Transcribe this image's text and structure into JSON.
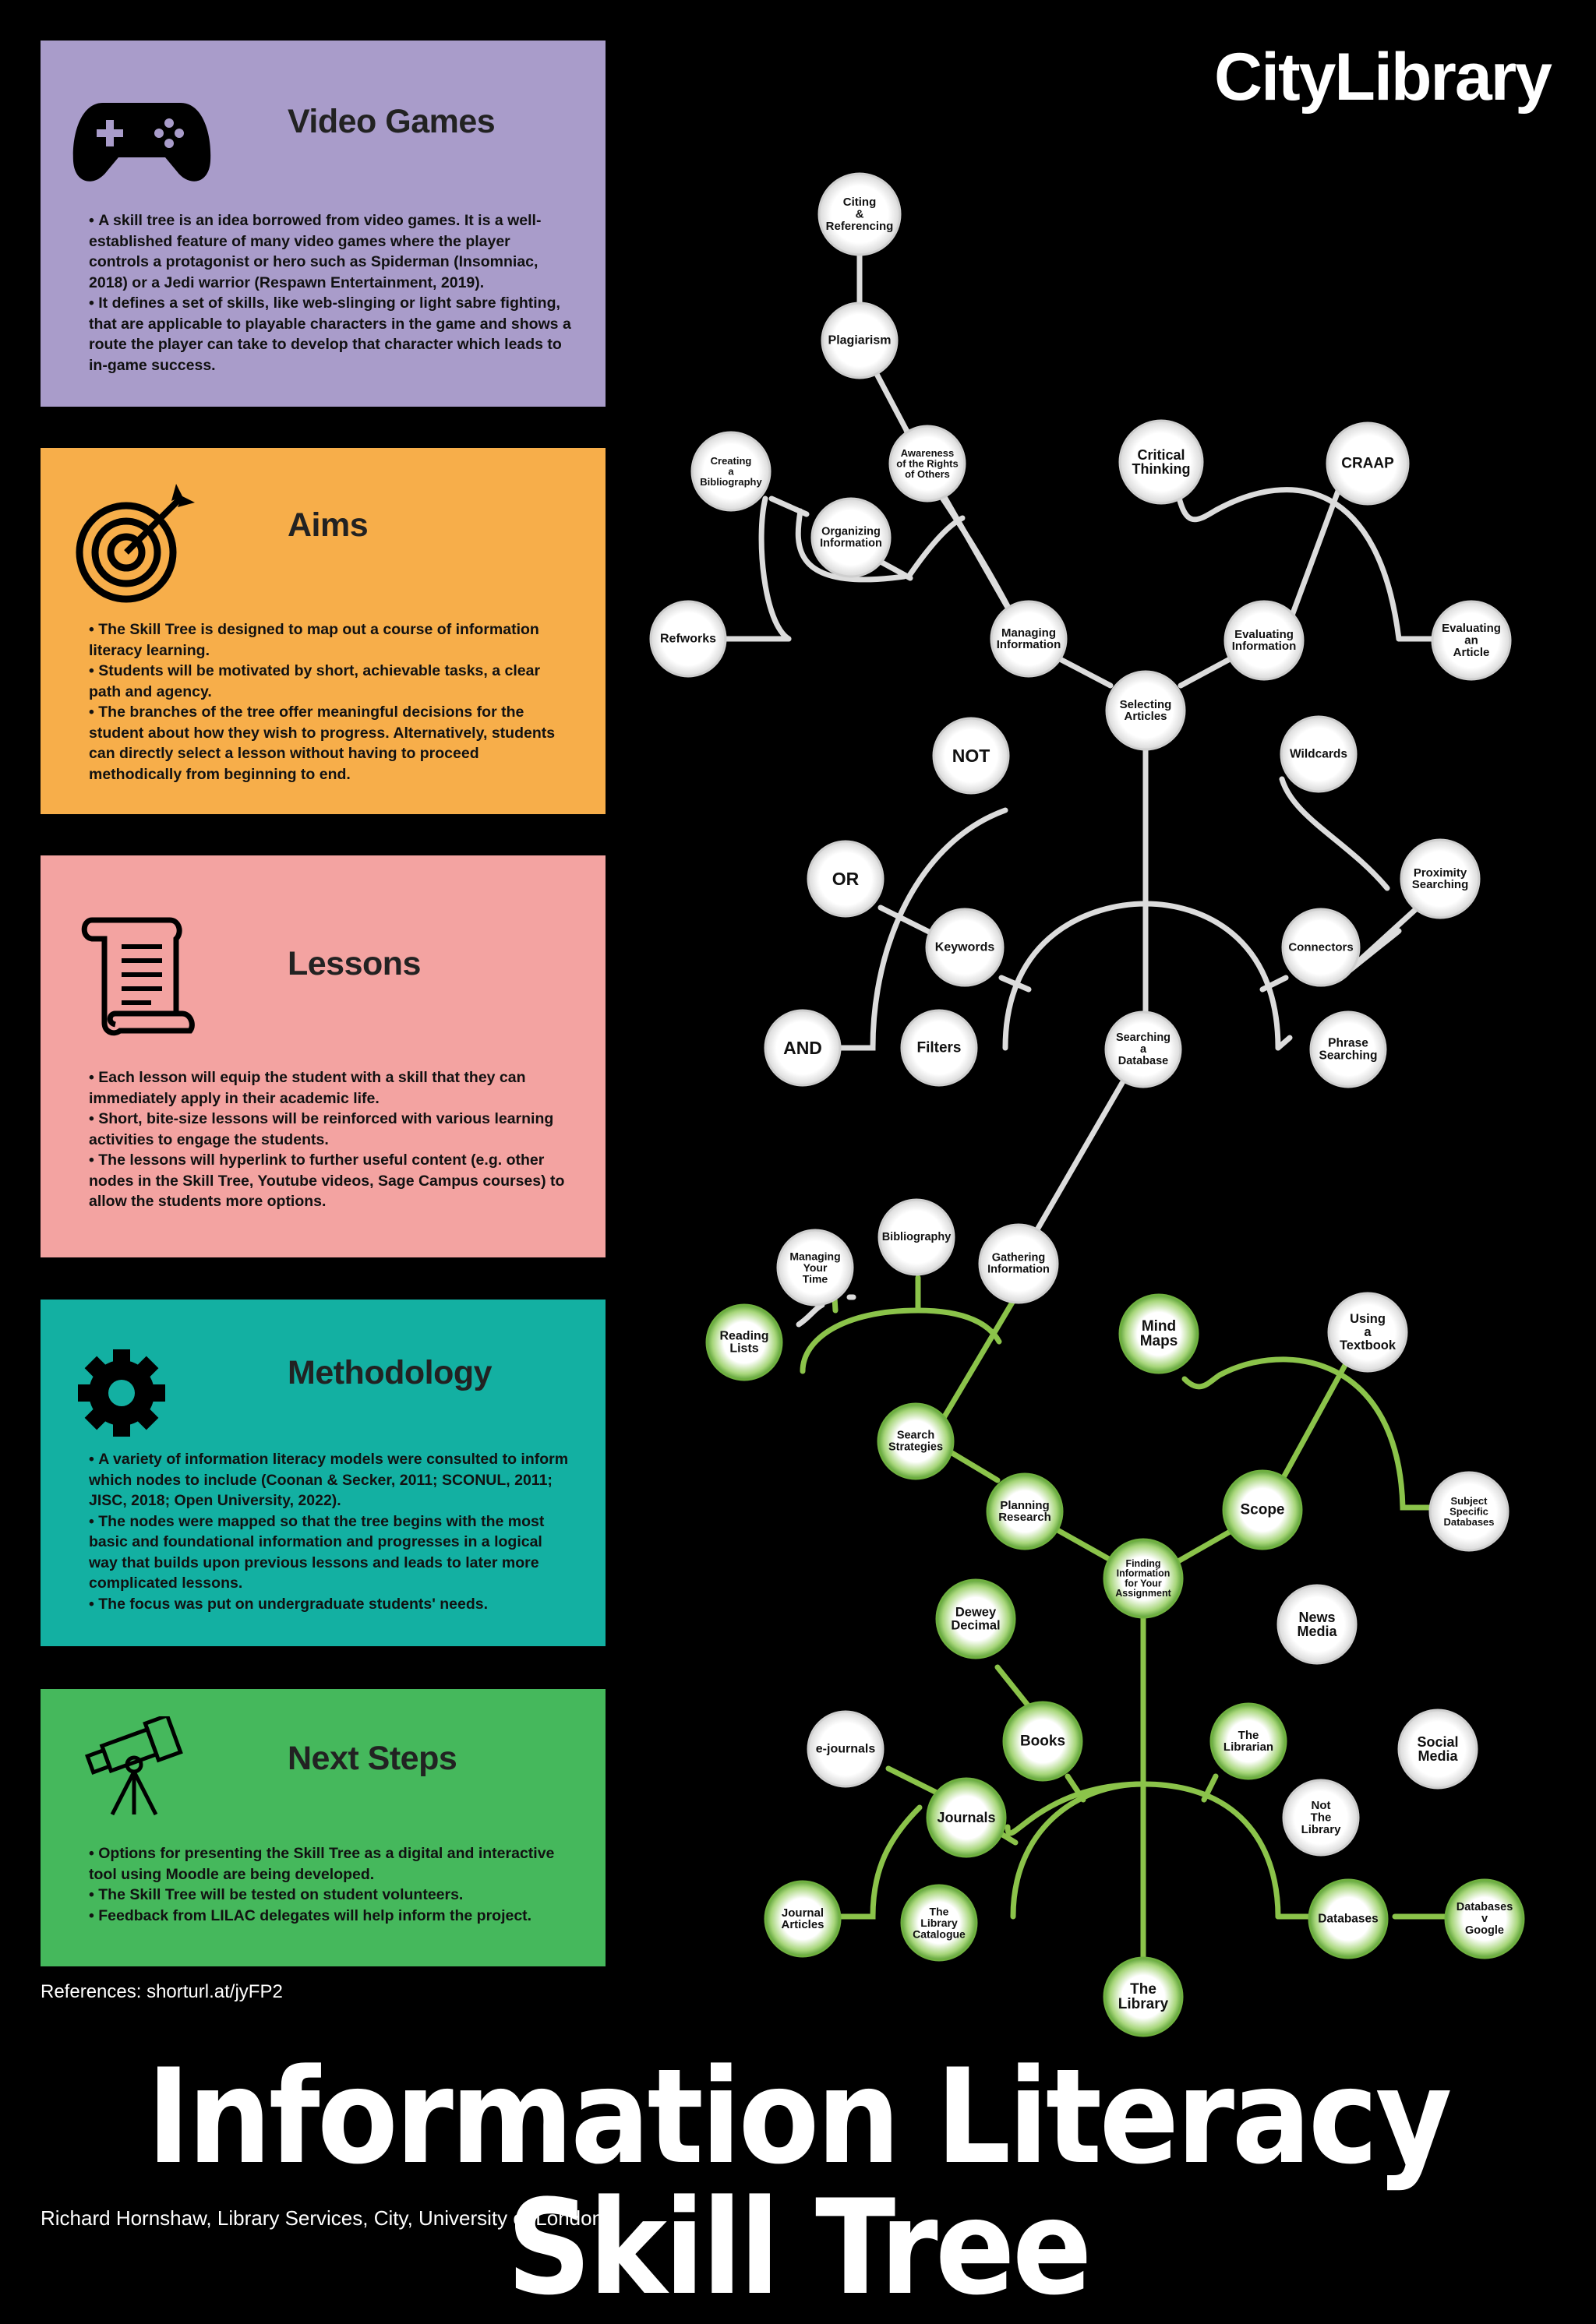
{
  "brand": "CityLibrary",
  "colors": {
    "background": "#000000",
    "video_games_panel": "#a99cca",
    "aims_panel": "#f7ae4a",
    "lessons_panel": "#f3a3a1",
    "methodology_panel": "#13b0a2",
    "next_steps_panel": "#45b85c",
    "tree_white_branch": "#dcdcdc",
    "tree_green_branch": "#8bc34a"
  },
  "panels": {
    "video_games": {
      "icon": "gamepad-icon",
      "title": "Video Games",
      "bullets": [
        "A skill tree is an idea borrowed from video games. It is a well-established feature of many video games where the player controls a protagonist or hero such as Spiderman (Insomniac, 2018) or a Jedi warrior (Respawn Entertainment, 2019).",
        "It defines a set of skills, like web-slinging or light sabre fighting, that are applicable to playable characters in the game and shows a route the player can take to develop that character which leads to in-game success."
      ]
    },
    "aims": {
      "icon": "target-icon",
      "title": "Aims",
      "bullets": [
        "The Skill Tree is designed to map out a course of information literacy learning.",
        "Students will be motivated by short, achievable tasks, a clear path and agency.",
        "The branches of the tree offer meaningful decisions for the student about how they wish to progress. Alternatively, students can directly select a lesson without having to proceed methodically from beginning to end."
      ]
    },
    "lessons": {
      "icon": "scroll-icon",
      "title": "Lessons",
      "bullets": [
        "Each lesson will equip the student with a skill that they can immediately apply in their academic life.",
        "Short, bite-size lessons will be reinforced with various learning activities to engage the students.",
        "The lessons will hyperlink to further useful content (e.g. other nodes in the Skill Tree, Youtube videos, Sage Campus courses) to allow the students more options."
      ]
    },
    "methodology": {
      "icon": "gear-icon",
      "title": "Methodology",
      "bullets": [
        "A variety of information literacy models were consulted to inform which nodes to include (Coonan & Secker, 2011; SCONUL, 2011; JISC, 2018; Open University, 2022).",
        "The nodes were mapped so that the tree begins with the most basic and foundational information and progresses in a logical way that builds upon previous lessons and leads to later more complicated lessons.",
        "The focus was put on undergraduate students' needs."
      ]
    },
    "next_steps": {
      "icon": "telescope-icon",
      "title": "Next Steps",
      "bullets": [
        "Options for presenting the Skill Tree as a digital and interactive tool using Moodle are being developed.",
        "The Skill Tree will be tested on student volunteers.",
        "Feedback from LILAC delegates will help inform the project."
      ]
    }
  },
  "references": "References: shorturl.at/jyFP2",
  "title": "Information Literacy Skill Tree",
  "credit": "Richard Hornshaw, Library Services, City, University of London",
  "tree": {
    "nodes": [
      {
        "id": "citing",
        "lines": [
          "Citing",
          "&",
          "Referencing"
        ],
        "tier": "white"
      },
      {
        "id": "plagiarism",
        "lines": [
          "Plagiarism"
        ],
        "tier": "white"
      },
      {
        "id": "awareness",
        "lines": [
          "Awareness",
          "of the Rights",
          "of Others"
        ],
        "tier": "white"
      },
      {
        "id": "creating-bib",
        "lines": [
          "Creating",
          "a",
          "Bibliography"
        ],
        "tier": "white"
      },
      {
        "id": "organizing",
        "lines": [
          "Organizing",
          "Information"
        ],
        "tier": "white"
      },
      {
        "id": "refworks",
        "lines": [
          "Refworks"
        ],
        "tier": "white"
      },
      {
        "id": "managing-info",
        "lines": [
          "Managing",
          "Information"
        ],
        "tier": "white"
      },
      {
        "id": "critical",
        "lines": [
          "Critical",
          "Thinking"
        ],
        "tier": "white"
      },
      {
        "id": "craap",
        "lines": [
          "CRAAP"
        ],
        "tier": "white"
      },
      {
        "id": "evaluating-info",
        "lines": [
          "Evaluating",
          "Information"
        ],
        "tier": "white"
      },
      {
        "id": "evaluating-article",
        "lines": [
          "Evaluating",
          "an",
          "Article"
        ],
        "tier": "white"
      },
      {
        "id": "selecting",
        "lines": [
          "Selecting",
          "Articles"
        ],
        "tier": "white"
      },
      {
        "id": "not",
        "lines": [
          "NOT"
        ],
        "tier": "white"
      },
      {
        "id": "wildcards",
        "lines": [
          "Wildcards"
        ],
        "tier": "white"
      },
      {
        "id": "or",
        "lines": [
          "OR"
        ],
        "tier": "white"
      },
      {
        "id": "proximity",
        "lines": [
          "Proximity",
          "Searching"
        ],
        "tier": "white"
      },
      {
        "id": "keywords",
        "lines": [
          "Keywords"
        ],
        "tier": "white"
      },
      {
        "id": "connectors",
        "lines": [
          "Connectors"
        ],
        "tier": "white"
      },
      {
        "id": "and",
        "lines": [
          "AND"
        ],
        "tier": "white"
      },
      {
        "id": "filters",
        "lines": [
          "Filters"
        ],
        "tier": "white"
      },
      {
        "id": "searching-db",
        "lines": [
          "Searching",
          "a",
          "Database"
        ],
        "tier": "white"
      },
      {
        "id": "phrase",
        "lines": [
          "Phrase",
          "Searching"
        ],
        "tier": "white"
      },
      {
        "id": "bibliography",
        "lines": [
          "Bibliography"
        ],
        "tier": "white"
      },
      {
        "id": "managing-time",
        "lines": [
          "Managing",
          "Your",
          "Time"
        ],
        "tier": "white"
      },
      {
        "id": "gathering",
        "lines": [
          "Gathering",
          "Information"
        ],
        "tier": "white"
      },
      {
        "id": "reading-lists",
        "lines": [
          "Reading",
          "Lists"
        ],
        "tier": "green"
      },
      {
        "id": "mind-maps",
        "lines": [
          "Mind",
          "Maps"
        ],
        "tier": "green"
      },
      {
        "id": "using-textbook",
        "lines": [
          "Using",
          "a",
          "Textbook"
        ],
        "tier": "white"
      },
      {
        "id": "search-strategies",
        "lines": [
          "Search",
          "Strategies"
        ],
        "tier": "green"
      },
      {
        "id": "subject-db",
        "lines": [
          "Subject",
          "Specific",
          "Databases"
        ],
        "tier": "white"
      },
      {
        "id": "planning",
        "lines": [
          "Planning",
          "Research"
        ],
        "tier": "green"
      },
      {
        "id": "scope",
        "lines": [
          "Scope"
        ],
        "tier": "green"
      },
      {
        "id": "finding",
        "lines": [
          "Finding",
          "Information",
          "for Your",
          "Assignment"
        ],
        "tier": "green"
      },
      {
        "id": "dewey",
        "lines": [
          "Dewey",
          "Decimal"
        ],
        "tier": "green"
      },
      {
        "id": "news-media",
        "lines": [
          "News",
          "Media"
        ],
        "tier": "white"
      },
      {
        "id": "books",
        "lines": [
          "Books"
        ],
        "tier": "green"
      },
      {
        "id": "the-librarian",
        "lines": [
          "The",
          "Librarian"
        ],
        "tier": "green"
      },
      {
        "id": "e-journals",
        "lines": [
          "e-journals"
        ],
        "tier": "white"
      },
      {
        "id": "social-media",
        "lines": [
          "Social",
          "Media"
        ],
        "tier": "white"
      },
      {
        "id": "journals",
        "lines": [
          "Journals"
        ],
        "tier": "green"
      },
      {
        "id": "not-the-library",
        "lines": [
          "Not",
          "The",
          "Library"
        ],
        "tier": "white"
      },
      {
        "id": "journal-articles",
        "lines": [
          "Journal",
          "Articles"
        ],
        "tier": "green"
      },
      {
        "id": "library-catalogue",
        "lines": [
          "The",
          "Library",
          "Catalogue"
        ],
        "tier": "green"
      },
      {
        "id": "databases",
        "lines": [
          "Databases"
        ],
        "tier": "green"
      },
      {
        "id": "databases-v-google",
        "lines": [
          "Databases",
          "v",
          "Google"
        ],
        "tier": "green"
      },
      {
        "id": "the-library",
        "lines": [
          "The",
          "Library"
        ],
        "tier": "green"
      }
    ]
  }
}
